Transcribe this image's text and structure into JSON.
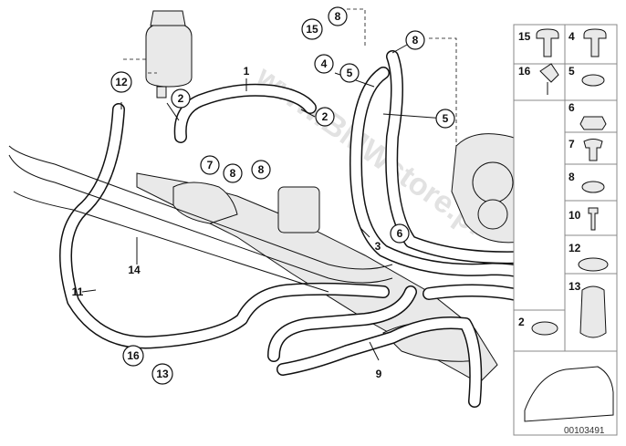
{
  "diagram": {
    "watermark": "www.BMWstore.pl",
    "reference_number": "00103491",
    "callouts": [
      {
        "id": "c1",
        "text": "1",
        "circled": false
      },
      {
        "id": "c2a",
        "text": "2",
        "circled": true
      },
      {
        "id": "c2b",
        "text": "2",
        "circled": true
      },
      {
        "id": "c3",
        "text": "3",
        "circled": false
      },
      {
        "id": "c4",
        "text": "4",
        "circled": true
      },
      {
        "id": "c5a",
        "text": "5",
        "circled": true
      },
      {
        "id": "c5b",
        "text": "5",
        "circled": true
      },
      {
        "id": "c6",
        "text": "6",
        "circled": true
      },
      {
        "id": "c7",
        "text": "7",
        "circled": true
      },
      {
        "id": "c8a",
        "text": "8",
        "circled": true
      },
      {
        "id": "c8b",
        "text": "8",
        "circled": true
      },
      {
        "id": "c8c",
        "text": "8",
        "circled": true
      },
      {
        "id": "c8d",
        "text": "8",
        "circled": true
      },
      {
        "id": "c9",
        "text": "9",
        "circled": false
      },
      {
        "id": "c11",
        "text": "11",
        "circled": false
      },
      {
        "id": "c12",
        "text": "12",
        "circled": true
      },
      {
        "id": "c13",
        "text": "13",
        "circled": true
      },
      {
        "id": "c14",
        "text": "14",
        "circled": false
      },
      {
        "id": "c15",
        "text": "15",
        "circled": true
      },
      {
        "id": "c16",
        "text": "16",
        "circled": true
      }
    ],
    "parts_panel": [
      {
        "text": "15"
      },
      {
        "text": "4"
      },
      {
        "text": "16"
      },
      {
        "text": "5"
      },
      {
        "text": "6"
      },
      {
        "text": "7"
      },
      {
        "text": "8"
      },
      {
        "text": "10"
      },
      {
        "text": "12"
      },
      {
        "text": "13"
      },
      {
        "text": "2"
      }
    ]
  }
}
